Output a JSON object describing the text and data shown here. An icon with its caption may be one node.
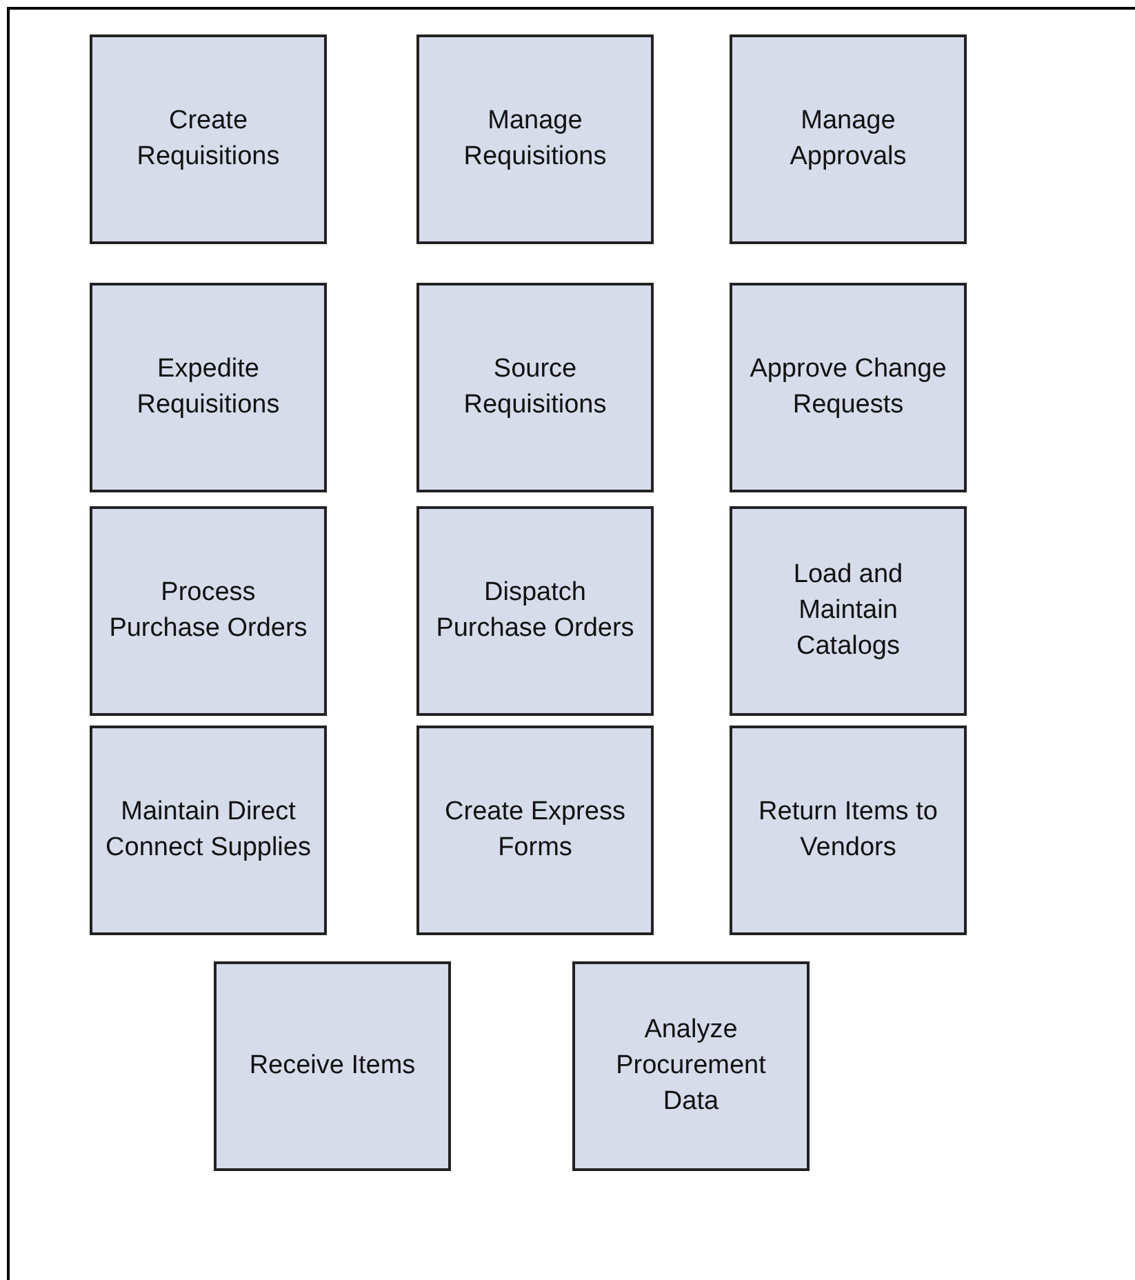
{
  "diagram": {
    "nodes": [
      {
        "text": [
          "Create Requisitions"
        ]
      },
      {
        "text": [
          "Manage Requisitions"
        ]
      },
      {
        "text": [
          "Manage Approvals"
        ]
      },
      {
        "text": [
          "Expedite Requisitions"
        ]
      },
      {
        "text": [
          "Source Requisitions"
        ]
      },
      {
        "text": [
          "Approve Change Requests"
        ]
      },
      {
        "text": [
          "Process Purchase Orders"
        ]
      },
      {
        "text": [
          "Dispatch Purchase Orders"
        ]
      },
      {
        "text": [
          "Load and Maintain Catalogs"
        ]
      },
      {
        "text": [
          "Maintain Direct Connect Supplies"
        ]
      },
      {
        "text": [
          "Create Express Forms"
        ]
      },
      {
        "text": [
          "Return Items to Vendors"
        ]
      },
      {
        "text": [
          "Receive Items"
        ]
      },
      {
        "text": [
          "Analyze Procurement Data"
        ]
      }
    ]
  }
}
